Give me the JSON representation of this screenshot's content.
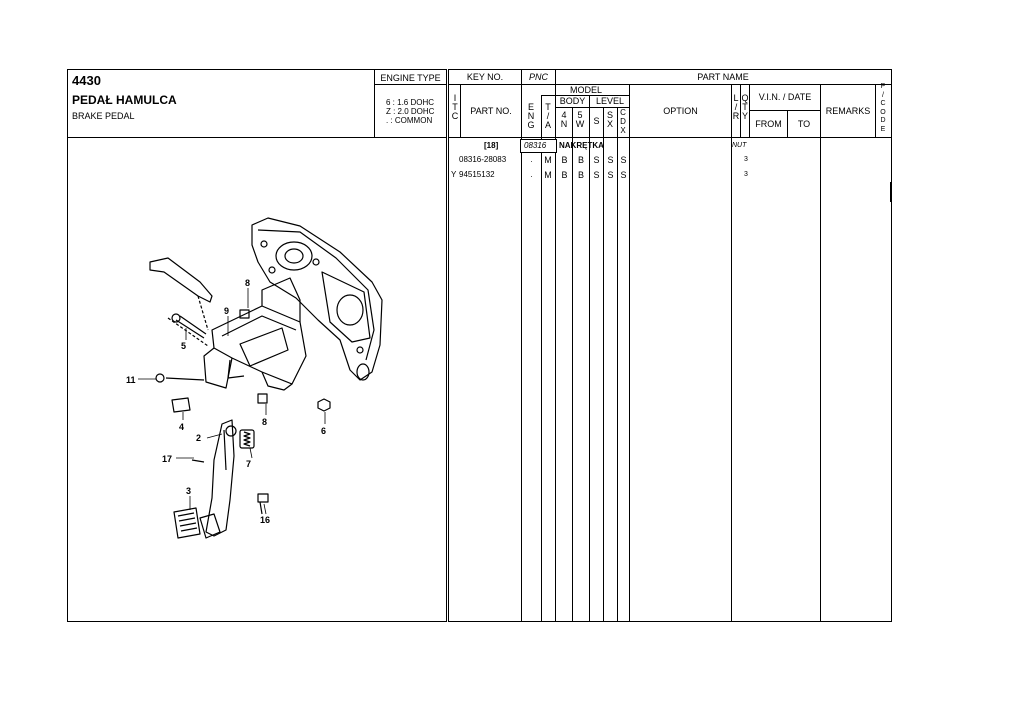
{
  "section": {
    "code": "4430",
    "title_pl": "PEDAŁ HAMULCA",
    "title_en": "BRAKE PEDAL"
  },
  "engine_type": {
    "header": "ENGINE TYPE",
    "lines": [
      "6 : 1.6 DOHC",
      "Z : 2.0 DOHC",
      ". : COMMON"
    ]
  },
  "table_header": {
    "key_no": "KEY NO.",
    "pnc": "PNC",
    "part_name": "PART NAME",
    "itc": [
      "I",
      "T",
      "C"
    ],
    "part_no": "PART NO.",
    "model": "MODEL",
    "eng": [
      "E",
      "N",
      "G"
    ],
    "ta": [
      "T",
      "/",
      "A"
    ],
    "body": "BODY",
    "level": "LEVEL",
    "body_4n": [
      "4",
      "N"
    ],
    "body_5w": [
      "5",
      "W"
    ],
    "level_s": "S",
    "level_sx": [
      "S",
      "X"
    ],
    "level_cdx": [
      "C",
      "D",
      "X"
    ],
    "option": "OPTION",
    "lr": [
      "L",
      "/",
      "R"
    ],
    "qty": [
      "Q",
      "T",
      "Y"
    ],
    "vin_date": "V.I.N. / DATE",
    "from": "FROM",
    "to": "TO",
    "remarks": "REMARKS",
    "pcode": [
      "P",
      "/",
      "C",
      "O",
      "D",
      "E"
    ]
  },
  "group": {
    "key_no": "[18]",
    "pnc": "08316",
    "name": "NAKRĘTKA",
    "name_en": "NUT"
  },
  "parts": [
    {
      "itc": "",
      "part_no": "08316-28083",
      "eng": ".",
      "ta": "M",
      "b4n": "B",
      "b5w": "B",
      "s": "S",
      "sx": "S",
      "cdx": "S",
      "qty": "3"
    },
    {
      "itc": "Y",
      "part_no": "94515132",
      "eng": ".",
      "ta": "M",
      "b4n": "B",
      "b5w": "B",
      "s": "S",
      "sx": "S",
      "cdx": "S",
      "qty": "3"
    }
  ],
  "callouts": [
    "8",
    "9",
    "5",
    "11",
    "4",
    "8",
    "6",
    "2",
    "7",
    "17",
    "3",
    "16"
  ]
}
